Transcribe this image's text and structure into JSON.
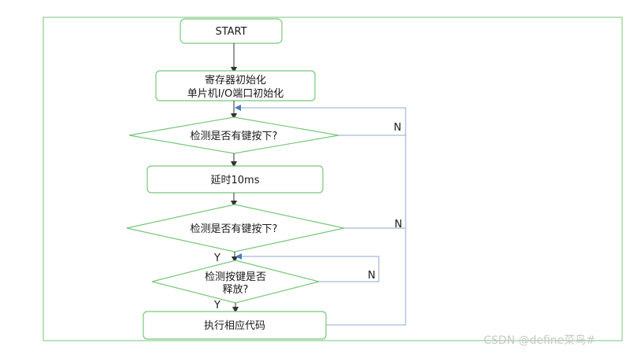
{
  "flowchart": {
    "start": "START",
    "init_line1": "寄存器初始化",
    "init_line2": "单片机I/O端口初始化",
    "check1": "检测是否有键按下?",
    "delay": "延时10ms",
    "check2": "检测是否有键按下?",
    "release_line1": "检测按键是否",
    "release_line2": "释放?",
    "execute": "执行相应代码",
    "label_n1": "N",
    "label_n2": "N",
    "label_n3": "N",
    "label_y1": "Y",
    "label_y2": "Y"
  },
  "watermark": "CSDN @define菜鸟#",
  "colors": {
    "shape_stroke": "#77c77a",
    "loop_line": "#8ea9cf",
    "flow_line": "#333333"
  }
}
